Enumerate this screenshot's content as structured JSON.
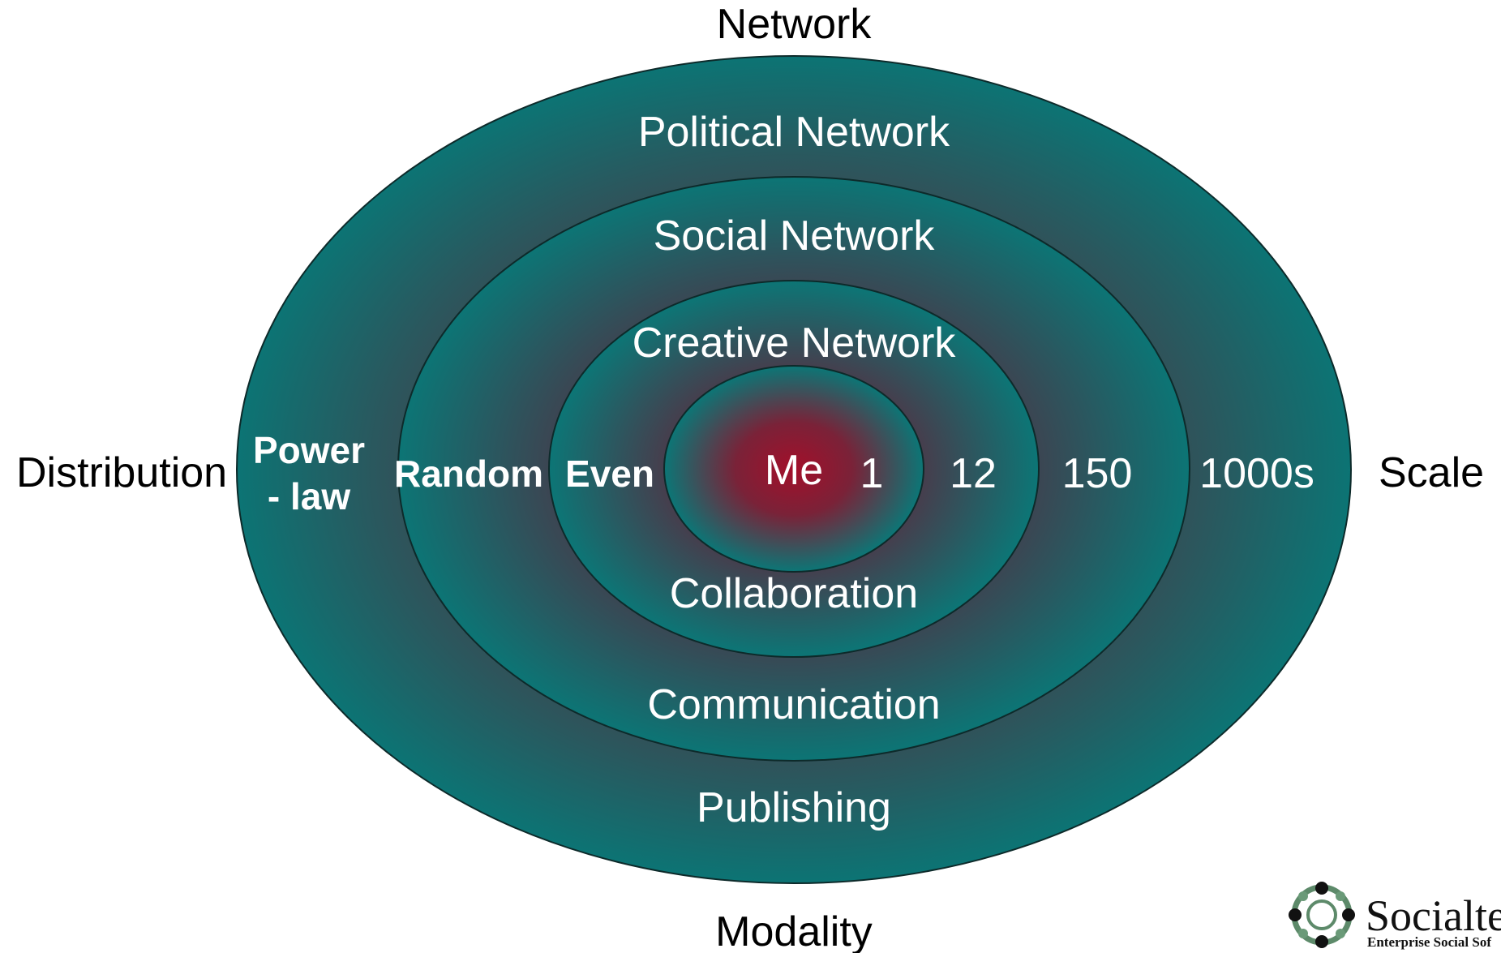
{
  "diagram": {
    "axis_labels": {
      "top": "Network",
      "bottom": "Modality",
      "left": "Distribution",
      "right": "Scale"
    },
    "rings": [
      {
        "network": "Political Network",
        "modality": "Publishing",
        "distribution": [
          "Power",
          "- law"
        ],
        "scale": "1000s"
      },
      {
        "network": "Social Network",
        "modality": "Communication",
        "distribution": [
          "Random"
        ],
        "scale": "150"
      },
      {
        "network": "Creative Network",
        "modality": "Collaboration",
        "distribution": [
          "Even"
        ],
        "scale": "12"
      },
      {
        "center": "Me",
        "scale": "1"
      }
    ],
    "colors": {
      "teal": "#0a7575",
      "crimson": "#a3102a",
      "ring_border": "#0d2a2a",
      "background": "#ffffff"
    }
  },
  "logo": {
    "name": "Socialte",
    "tagline": "Enterprise Social Sof",
    "icon": "network-node-icon"
  }
}
